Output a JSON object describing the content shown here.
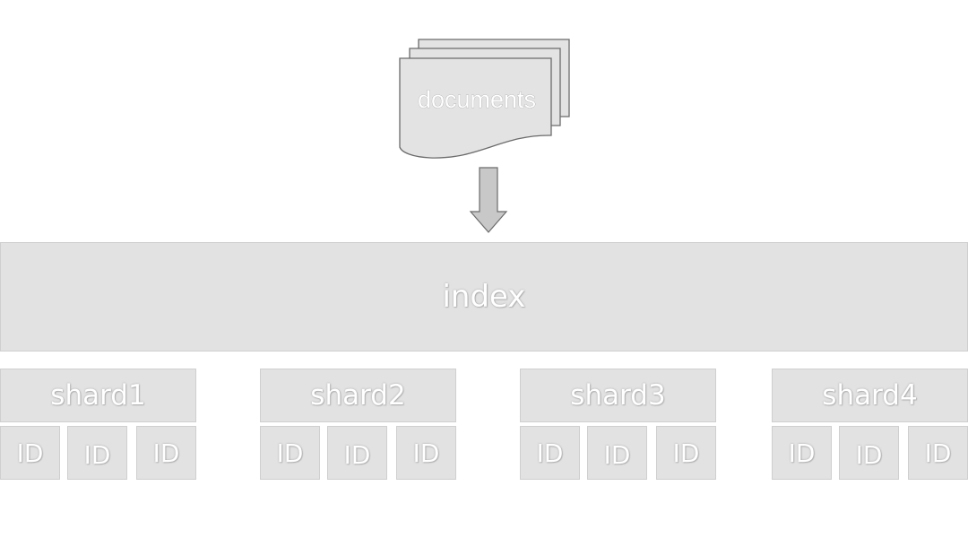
{
  "documents": {
    "label": "documents"
  },
  "index": {
    "label": "index"
  },
  "shards": [
    {
      "label": "shard1",
      "ids": [
        "ID",
        "ID",
        "ID"
      ]
    },
    {
      "label": "shard2",
      "ids": [
        "ID",
        "ID",
        "ID"
      ]
    },
    {
      "label": "shard3",
      "ids": [
        "ID",
        "ID",
        "ID"
      ]
    },
    {
      "label": "shard4",
      "ids": [
        "ID",
        "ID",
        "ID"
      ]
    }
  ],
  "colors": {
    "box_fill": "#e2e2e2",
    "box_border": "#cfcfcf",
    "doc_fill": "#e3e3e3",
    "doc_stroke": "#6b6b6b",
    "arrow_fill": "#c8c8c8",
    "text": "#ffffff"
  }
}
